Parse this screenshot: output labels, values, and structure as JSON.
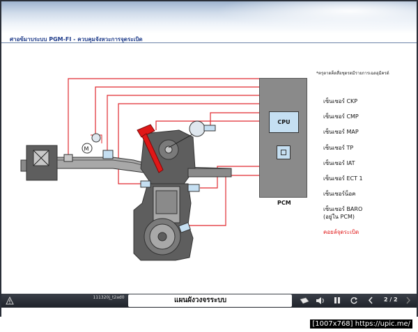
{
  "header": {
    "page_title": "ศาอข้มาบระบบ PGM-FI - ควบคุมจังหวะการจุดระเบิด"
  },
  "diagram": {
    "note": "*ครุตาดค็ดสื่อชุดรดมีรายการเฉดอุมีครด์",
    "pcm_label": "PCM",
    "cpu_label": "CPU",
    "motor_symbol": "M",
    "sensors": [
      "เซ็นเซอร์ CKP",
      "เซ็นเซอร์ CMP",
      "เซ็นเซอร์ MAP",
      "เซ็นเซอร์ TP",
      "เซ็นเซอร์ IAT",
      "เซ็นเซอร์ ECT 1",
      "เซ็นเซอร์น็อค",
      "เซ็นเซอร์ BARO",
      "(อยู่ใน PCM)"
    ],
    "ignition_label": "คอยล์จุดระเบิด",
    "colors": {
      "wire": "#e0282e",
      "pcm_body": "#8a8a8a",
      "cpu_fill": "#c5dff2",
      "engine_dark": "#5e5e5e",
      "engine_light": "#a8a8a8",
      "coil": "#e01818"
    }
  },
  "bottom_bar": {
    "file_id": "111320j_t2ad0",
    "caption": "แผนผังวงจรระบบ",
    "page_number": "2 / 2",
    "icons": [
      "warning-icon",
      "notebook-icon",
      "speaker-icon",
      "pause-icon",
      "replay-icon",
      "back-icon",
      "forward-icon"
    ]
  },
  "credit": "[1007x768] https://upic.me/"
}
